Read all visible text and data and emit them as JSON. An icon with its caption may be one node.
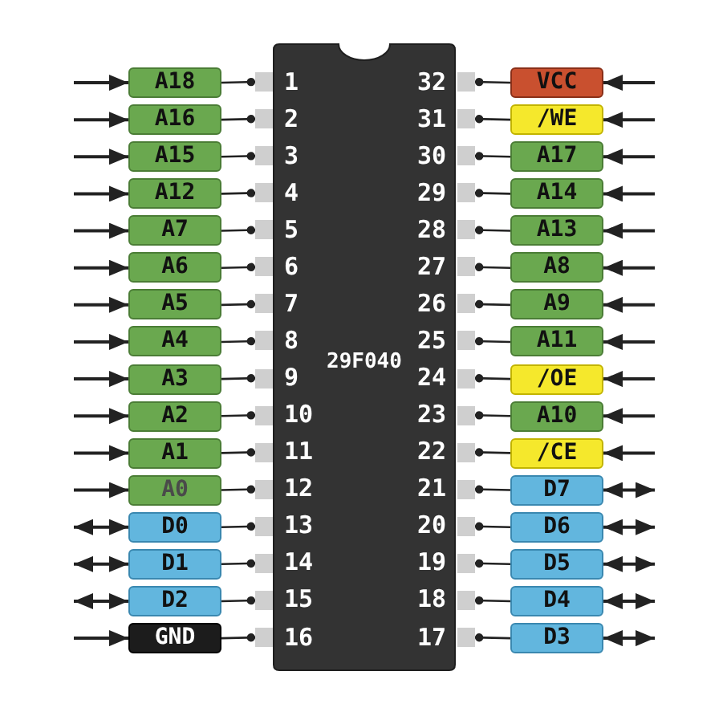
{
  "diagram": {
    "nodes": [
      {
        "text": [
          "29F040"
        ]
      },
      {
        "text": [
          "A18"
        ]
      },
      {
        "text": [],
        "shape": "box",
        "beside": [
          "1"
        ]
      },
      {
        "text": [],
        "shape": "box",
        "beside": [
          "32"
        ]
      },
      {
        "text": [
          "VCC"
        ]
      },
      {
        "text": [
          "A16"
        ]
      },
      {
        "text": [],
        "shape": "box",
        "beside": [
          "2"
        ]
      },
      {
        "text": [],
        "shape": "box",
        "beside": [
          "31"
        ]
      },
      {
        "text": [
          "/WE"
        ]
      },
      {
        "text": [
          "A15"
        ]
      },
      {
        "text": [],
        "shape": "box",
        "beside": [
          "3"
        ]
      },
      {
        "text": [],
        "shape": "box",
        "beside": [
          "30"
        ]
      },
      {
        "text": [
          "A17"
        ]
      },
      {
        "text": [
          "A12"
        ]
      },
      {
        "text": [],
        "shape": "box",
        "beside": [
          "4"
        ]
      },
      {
        "text": [],
        "shape": "box",
        "beside": [
          "29"
        ]
      },
      {
        "text": [
          "A14"
        ]
      },
      {
        "text": [
          "A7"
        ]
      },
      {
        "text": [],
        "shape": "box",
        "beside": [
          "5"
        ]
      },
      {
        "text": [],
        "shape": "box",
        "beside": [
          "28"
        ]
      },
      {
        "text": [
          "A13"
        ]
      },
      {
        "text": [
          "A6"
        ]
      },
      {
        "text": [],
        "shape": "box",
        "beside": [
          "6"
        ]
      },
      {
        "text": [],
        "shape": "box",
        "beside": [
          "27"
        ]
      },
      {
        "text": [
          "A8"
        ]
      },
      {
        "text": [
          "A5"
        ]
      },
      {
        "text": [],
        "shape": "box",
        "beside": [
          "7"
        ]
      },
      {
        "text": [],
        "shape": "box",
        "beside": [
          "26"
        ]
      },
      {
        "text": [
          "A9"
        ]
      },
      {
        "text": [
          "A4"
        ]
      },
      {
        "text": [],
        "shape": "box",
        "beside": [
          "8"
        ]
      },
      {
        "text": [],
        "shape": "box",
        "beside": [
          "25"
        ]
      },
      {
        "text": [
          "A11"
        ]
      },
      {
        "text": [
          "A3"
        ]
      },
      {
        "text": [],
        "shape": "box",
        "beside": [
          "9"
        ]
      },
      {
        "text": [],
        "shape": "box",
        "beside": [
          "24"
        ]
      },
      {
        "text": [
          "/OE"
        ]
      },
      {
        "text": [
          "A2"
        ]
      },
      {
        "text": [],
        "shape": "box",
        "beside": [
          "10"
        ]
      },
      {
        "text": [],
        "shape": "box",
        "beside": [
          "23"
        ]
      },
      {
        "text": [
          "A10"
        ]
      },
      {
        "text": [
          "A1"
        ]
      },
      {
        "text": [],
        "shape": "box",
        "beside": [
          "11"
        ]
      },
      {
        "text": [],
        "shape": "box",
        "beside": [
          "22"
        ]
      },
      {
        "text": [
          "/CE"
        ]
      },
      {
        "text": [
          "A0"
        ]
      },
      {
        "text": [],
        "shape": "box",
        "beside": [
          "12"
        ]
      },
      {
        "text": [],
        "shape": "box",
        "beside": [
          "21"
        ]
      },
      {
        "text": [
          "D7"
        ]
      },
      {
        "text": [
          "D0"
        ]
      },
      {
        "text": [],
        "shape": "box",
        "beside": [
          "13"
        ]
      },
      {
        "text": [],
        "shape": "box",
        "beside": [
          "20"
        ]
      },
      {
        "text": [
          "D6"
        ]
      },
      {
        "text": [
          "D1"
        ]
      },
      {
        "text": [],
        "shape": "box",
        "beside": [
          "14"
        ]
      },
      {
        "text": [],
        "shape": "box",
        "beside": [
          "19"
        ]
      },
      {
        "text": [
          "D5"
        ]
      },
      {
        "text": [
          "D2"
        ]
      },
      {
        "text": [],
        "shape": "box",
        "beside": [
          "15"
        ]
      },
      {
        "text": [],
        "shape": "box",
        "beside": [
          "18"
        ]
      },
      {
        "text": [
          "D4"
        ]
      },
      {
        "text": [
          "GND"
        ]
      },
      {
        "text": [],
        "shape": "box",
        "beside": [
          "16"
        ]
      },
      {
        "text": [],
        "shape": "box",
        "beside": [
          "17"
        ]
      },
      {
        "text": [
          "D3"
        ]
      }
    ],
    "edges": [
      {
        "from": null,
        "to": 1,
        "arrow": "to"
      },
      {
        "from": 1,
        "to": 2,
        "arrow": "other"
      },
      {
        "from": 4,
        "to": 3,
        "arrow": "other"
      },
      {
        "from": null,
        "to": 4,
        "arrow": "to"
      },
      {
        "from": null,
        "to": 5,
        "arrow": "to"
      },
      {
        "from": 5,
        "to": 6,
        "arrow": "other"
      },
      {
        "from": 8,
        "to": 7,
        "arrow": "other"
      },
      {
        "from": null,
        "to": 8,
        "arrow": "to"
      },
      {
        "from": null,
        "to": 9,
        "arrow": "to"
      },
      {
        "from": 9,
        "to": 10,
        "arrow": "other"
      },
      {
        "from": 12,
        "to": 11,
        "arrow": "other"
      },
      {
        "from": null,
        "to": 12,
        "arrow": "to"
      },
      {
        "from": null,
        "to": 13,
        "arrow": "to"
      },
      {
        "from": 13,
        "to": 14,
        "arrow": "other"
      },
      {
        "from": 16,
        "to": 15,
        "arrow": "other"
      },
      {
        "from": null,
        "to": 16,
        "arrow": "to"
      },
      {
        "from": null,
        "to": 17,
        "arrow": "to"
      },
      {
        "from": 17,
        "to": 18,
        "arrow": "other"
      },
      {
        "from": 20,
        "to": 19,
        "arrow": "other"
      },
      {
        "from": null,
        "to": 20,
        "arrow": "to"
      },
      {
        "from": null,
        "to": 21,
        "arrow": "to"
      },
      {
        "from": 21,
        "to": 22,
        "arrow": "other"
      },
      {
        "from": 24,
        "to": 23,
        "arrow": "other"
      },
      {
        "from": null,
        "to": 24,
        "arrow": "to"
      },
      {
        "from": null,
        "to": 25,
        "arrow": "to"
      },
      {
        "from": 25,
        "to": 26,
        "arrow": "other"
      },
      {
        "from": 28,
        "to": 27,
        "arrow": "other"
      },
      {
        "from": null,
        "to": 28,
        "arrow": "to"
      },
      {
        "from": null,
        "to": 29,
        "arrow": "to"
      },
      {
        "from": 29,
        "to": 30,
        "arrow": "other"
      },
      {
        "from": 32,
        "to": 31,
        "arrow": "other"
      },
      {
        "from": null,
        "to": 32,
        "arrow": "to"
      },
      {
        "from": null,
        "to": 33,
        "arrow": "to"
      },
      {
        "from": 33,
        "to": 34,
        "arrow": "other"
      },
      {
        "from": 36,
        "to": 35,
        "arrow": "other"
      },
      {
        "from": null,
        "to": 36,
        "arrow": "to"
      },
      {
        "from": null,
        "to": 37,
        "arrow": "to"
      },
      {
        "from": 37,
        "to": 38,
        "arrow": "other"
      },
      {
        "from": 40,
        "to": 39,
        "arrow": "other"
      },
      {
        "from": null,
        "to": 40,
        "arrow": "to"
      },
      {
        "from": null,
        "to": 41,
        "arrow": "to"
      },
      {
        "from": 41,
        "to": 42,
        "arrow": "other"
      },
      {
        "from": 44,
        "to": 43,
        "arrow": "other"
      },
      {
        "from": null,
        "to": 44,
        "arrow": "to"
      },
      {
        "from": null,
        "to": 45,
        "arrow": "to"
      },
      {
        "from": 45,
        "to": 46,
        "arrow": "other"
      },
      {
        "from": 48,
        "to": 47,
        "arrow": "other"
      },
      {
        "from": null,
        "to": 48,
        "arrow": "both"
      },
      {
        "from": null,
        "to": 49,
        "arrow": "both"
      },
      {
        "from": 49,
        "to": 50,
        "arrow": "other"
      },
      {
        "from": 52,
        "to": 51,
        "arrow": "other"
      },
      {
        "from": null,
        "to": 52,
        "arrow": "both"
      },
      {
        "from": null,
        "to": 53,
        "arrow": "both"
      },
      {
        "from": 53,
        "to": 54,
        "arrow": "other"
      },
      {
        "from": 56,
        "to": 55,
        "arrow": "other"
      },
      {
        "from": null,
        "to": 56,
        "arrow": "both"
      },
      {
        "from": null,
        "to": 57,
        "arrow": "both"
      },
      {
        "from": 57,
        "to": 58,
        "arrow": "other"
      },
      {
        "from": 60,
        "to": 59,
        "arrow": "other"
      },
      {
        "from": null,
        "to": 60,
        "arrow": "both"
      },
      {
        "from": null,
        "to": 61,
        "arrow": "to"
      },
      {
        "from": 61,
        "to": 62,
        "arrow": "other"
      },
      {
        "from": 64,
        "to": 63,
        "arrow": "other"
      },
      {
        "from": null,
        "to": 64,
        "arrow": "both"
      }
    ]
  }
}
